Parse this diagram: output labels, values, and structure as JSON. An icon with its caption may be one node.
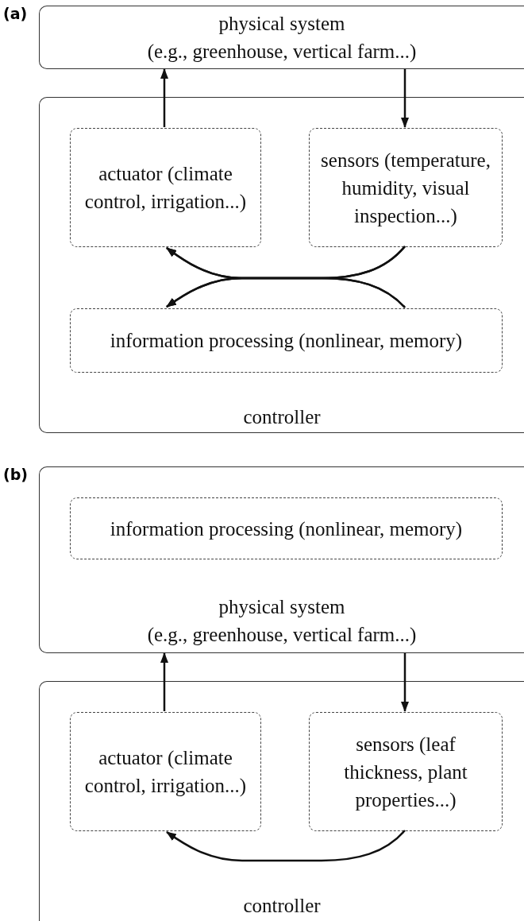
{
  "diagram": {
    "nodes": [
      {
        "text": [
          "physical system",
          "(e.g., greenhouse, vertical farm...)"
        ]
      },
      {
        "text": [
          "controller"
        ]
      },
      {
        "text": [
          "actuator (climate control, irrigation...)"
        ],
        "in": 1
      },
      {
        "text": [
          "sensors (temperature, humidity, visual inspection...)"
        ],
        "in": 1
      },
      {
        "text": [
          "information processing (nonlinear, memory)"
        ],
        "in": 1
      },
      {
        "text": [
          "physical system",
          "(e.g., greenhouse, vertical farm...)"
        ]
      },
      {
        "text": [
          "information processing (nonlinear, memory)"
        ],
        "in": 5
      },
      {
        "text": [
          "controller"
        ]
      },
      {
        "text": [
          "actuator (climate control, irrigation...)"
        ],
        "in": 7
      },
      {
        "text": [
          "sensors (leaf thickness, plant properties...)"
        ],
        "in": 7
      }
    ],
    "edges": [
      {
        "from": 2,
        "to": 0,
        "arrow": "to"
      },
      {
        "from": 0,
        "to": 3,
        "arrow": "to"
      },
      {
        "from": 3,
        "to": 2,
        "arrow": "to"
      },
      {
        "from": 3,
        "to": 4,
        "arrow": "to"
      },
      {
        "from": 4,
        "to": 2,
        "arrow": "to"
      },
      {
        "from": 4,
        "to": 4,
        "arrow": "to"
      },
      {
        "from": 8,
        "to": 5,
        "arrow": "to"
      },
      {
        "from": 5,
        "to": 9,
        "arrow": "to"
      },
      {
        "from": 9,
        "to": 8,
        "arrow": "to"
      }
    ],
    "labels": [
      "(a)",
      "(b)"
    ]
  }
}
